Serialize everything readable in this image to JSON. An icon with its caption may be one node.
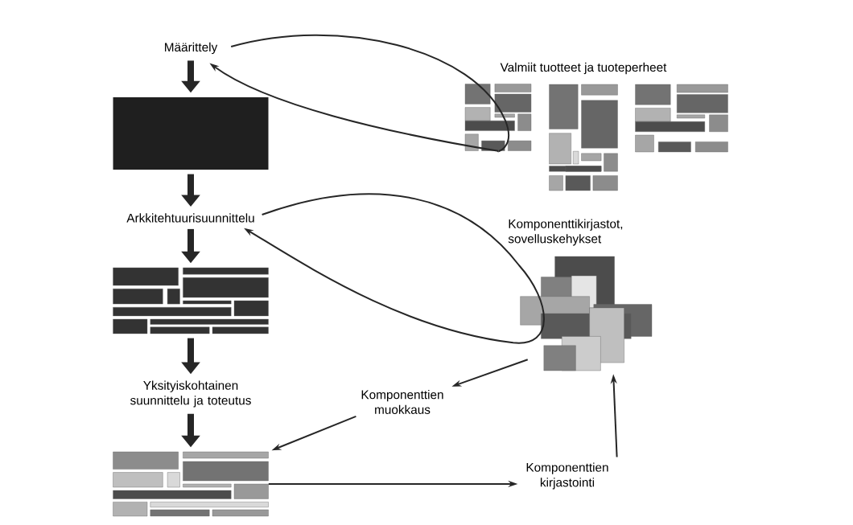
{
  "diagram": {
    "nodes": [
      {
        "text": [
          "Määrittely"
        ]
      },
      {
        "text": [],
        "shape": "box"
      },
      {
        "text": [
          "Arkkitehtuurisuunnittelu"
        ]
      },
      {
        "text": [],
        "shape": "mosaic"
      },
      {
        "text": [
          "Yksityiskohtainen suunnittelu ja toteutus"
        ]
      },
      {
        "text": [],
        "shape": "mosaic"
      },
      {
        "text": [
          "Valmiit tuotteet ja tuoteperheet"
        ]
      },
      {
        "text": [],
        "shape": "mosaic"
      },
      {
        "text": [],
        "shape": "mosaic"
      },
      {
        "text": [],
        "shape": "mosaic"
      },
      {
        "text": [
          "Komponenttikirjastot, sovelluskehykset"
        ]
      },
      {
        "text": [],
        "shape": "mosaic"
      },
      {
        "text": [
          "Komponenttien muokkaus"
        ]
      },
      {
        "text": [
          "Komponenttien kirjastointi"
        ]
      }
    ],
    "edges": [
      {
        "from": 0,
        "to": 1,
        "arrow": "to",
        "style": "thick"
      },
      {
        "from": 1,
        "to": 2,
        "arrow": "to",
        "style": "thick"
      },
      {
        "from": 2,
        "to": 3,
        "arrow": "to",
        "style": "thick"
      },
      {
        "from": 3,
        "to": 4,
        "arrow": "to",
        "style": "thick"
      },
      {
        "from": 4,
        "to": 5,
        "arrow": "to",
        "style": "thick"
      },
      {
        "from": 7,
        "to": 0,
        "arrow": "to"
      },
      {
        "from": 11,
        "to": 2,
        "arrow": "to"
      },
      {
        "from": 11,
        "to": 12,
        "arrow": "to"
      },
      {
        "from": 12,
        "to": 5,
        "arrow": "to"
      },
      {
        "from": 5,
        "to": 13,
        "arrow": "to"
      },
      {
        "from": 13,
        "to": 11,
        "arrow": "to"
      }
    ]
  }
}
